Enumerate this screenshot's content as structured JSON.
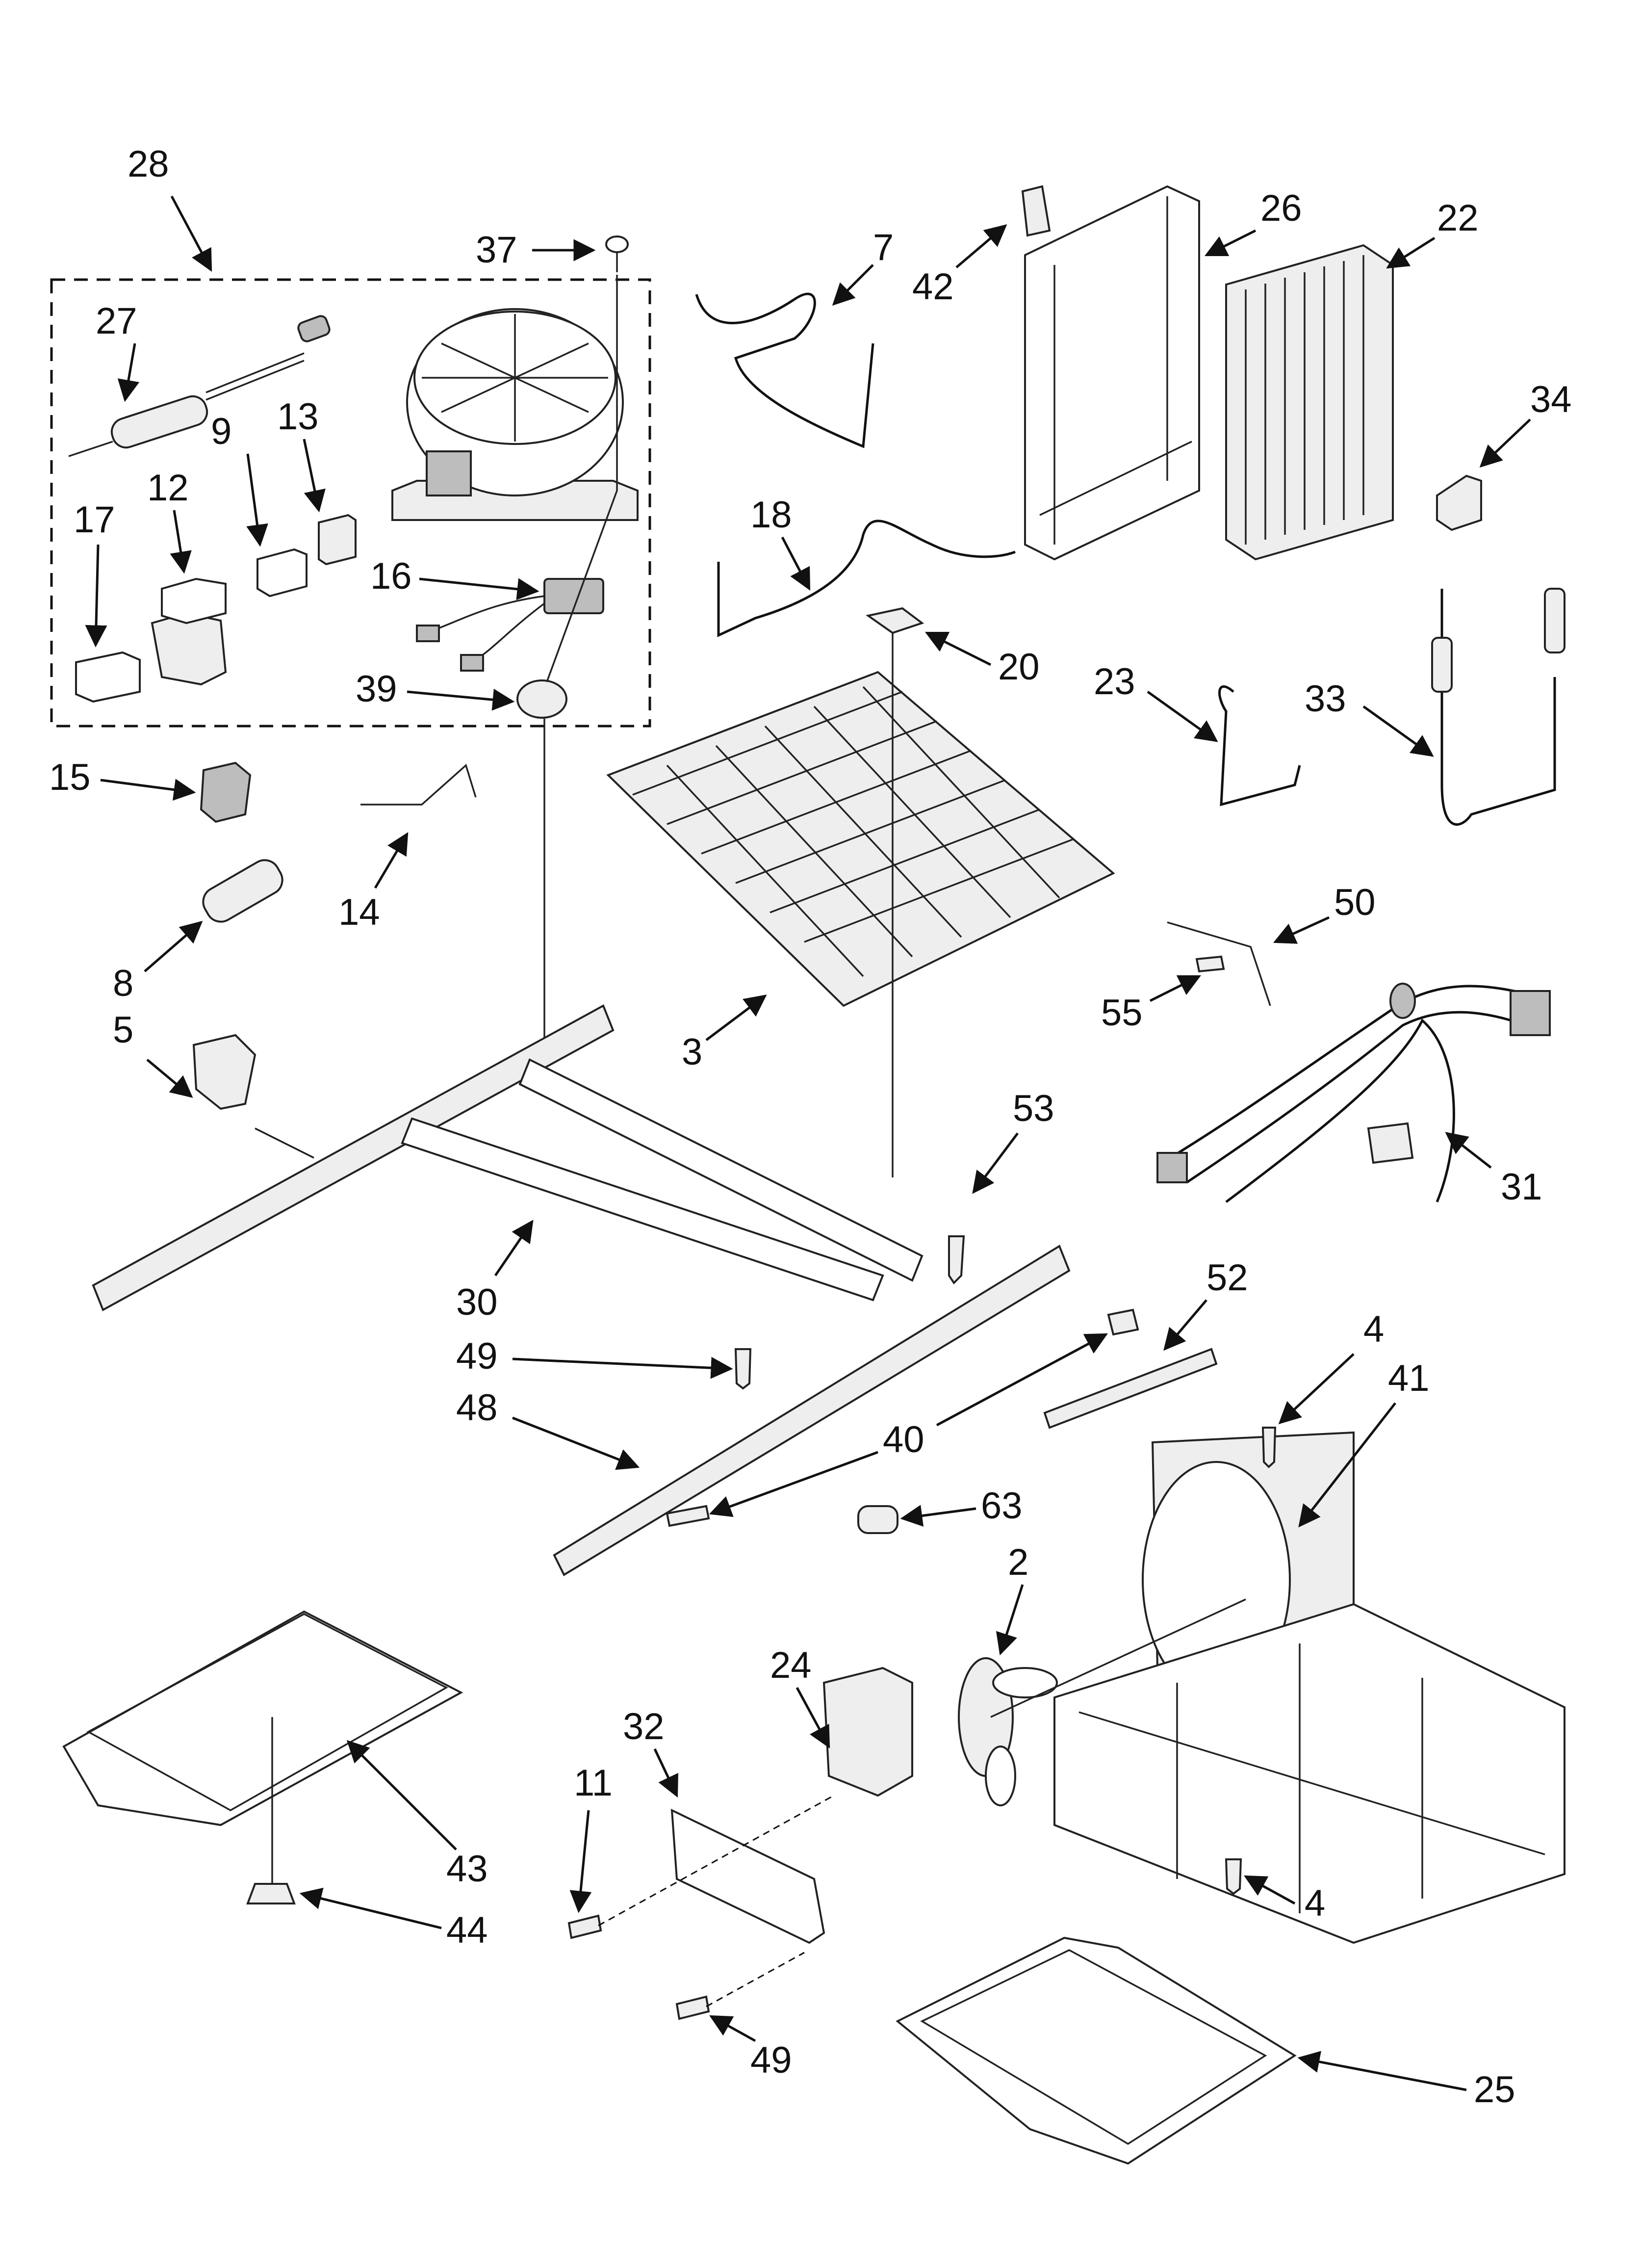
{
  "diagram": {
    "callouts": {
      "c28": "28",
      "c37": "37",
      "c7": "7",
      "c42": "42",
      "c26": "26",
      "c22": "22",
      "c27": "27",
      "c13": "13",
      "c9": "9",
      "c12": "12",
      "c17": "17",
      "c16": "16",
      "c39": "39",
      "c18": "18",
      "c20": "20",
      "c23": "23",
      "c33": "33",
      "c34": "34",
      "c15": "15",
      "c14": "14",
      "c8": "8",
      "c5": "5",
      "c3": "3",
      "c50": "50",
      "c55": "55",
      "c31": "31",
      "c53": "53",
      "c30": "30",
      "c49a": "49",
      "c48": "48",
      "c40": "40",
      "c52": "52",
      "c4a": "4",
      "c41": "41",
      "c63": "63",
      "c2": "2",
      "c24": "24",
      "c32": "32",
      "c11": "11",
      "c43": "43",
      "c44": "44",
      "c4b": "4",
      "c49b": "49",
      "c25": "25"
    }
  }
}
